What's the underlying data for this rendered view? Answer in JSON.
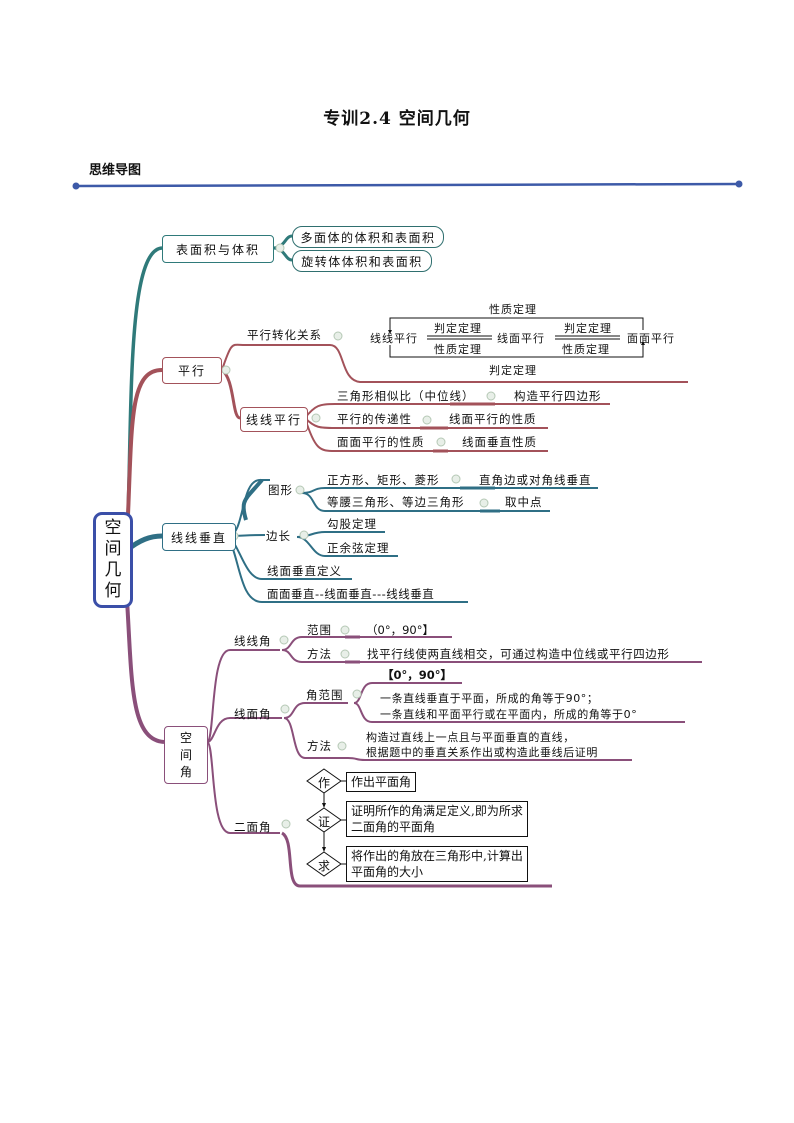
{
  "title": "专训2.4  空间几何",
  "section_label": "思维导图",
  "accent_colors": {
    "header_line": "#3d5aa8",
    "root_border": "#3b4fa8",
    "branch_teal": "#2f7a7a",
    "branch_red": "#a3525a",
    "branch_steel": "#2f6f85",
    "branch_purple": "#8a4f7a"
  },
  "root": {
    "label_chars": [
      "空",
      "间",
      "几",
      "何"
    ]
  },
  "branches": {
    "surface_volume": {
      "label": "表面积与体积",
      "children": [
        "多面体的体积和表面积",
        "旋转体体积和表面积"
      ]
    },
    "parallel": {
      "label": "平行",
      "transform": {
        "label": "平行转化关系",
        "diagram": {
          "node_line_line": "线线平行",
          "node_line_plane": "线面平行",
          "node_plane_plane": "面面平行",
          "top_label": "性质定理",
          "bottom_label": "判定定理",
          "arrow1_top": "判定定理",
          "arrow1_bottom": "性质定理",
          "arrow2_top": "判定定理",
          "arrow2_bottom": "性质定理"
        }
      },
      "line_line": {
        "label": "线线平行",
        "items": [
          {
            "from": "三角形相似比（中位线）",
            "to": "构造平行四边形"
          },
          {
            "from": "平行的传递性",
            "to": "线面平行的性质"
          },
          {
            "from": "面面平行的性质",
            "to": "线面垂直性质"
          }
        ]
      }
    },
    "perpendicular": {
      "label": "线线垂直",
      "shape": {
        "label": "图形",
        "items": [
          {
            "from": "正方形、矩形、菱形",
            "to": "直角边或对角线垂直"
          },
          {
            "from": "等腰三角形、等边三角形",
            "to": "取中点"
          }
        ]
      },
      "side": {
        "label": "边长",
        "items": [
          "勾股定理",
          "正余弦定理"
        ]
      },
      "items": [
        "线面垂直定义",
        "面面垂直--线面垂直---线线垂直"
      ]
    },
    "space_angle": {
      "label_chars": [
        "空",
        "间",
        "角"
      ],
      "line_line_angle": {
        "label": "线线角",
        "range_label": "范围",
        "range_value": "（0°，90°】",
        "method_label": "方法",
        "method_value": "找平行线使两直线相交，可通过构造中位线或平行四边形"
      },
      "line_plane_angle": {
        "label": "线面角",
        "range_label": "角范围",
        "range_value": "【0°，90°】",
        "range_notes": [
          "一条直线垂直于平面，所成的角等于90°；",
          "一条直线和平面平行或在平面内，所成的角等于0°"
        ],
        "method_label": "方法",
        "method_lines": [
          "构造过直线上一点且与平面垂直的直线，",
          "根据题中的垂直关系作出或构造此垂线后证明"
        ]
      },
      "dihedral_angle": {
        "label": "二面角",
        "steps": [
          {
            "key": "作",
            "text": [
              "作出平面角"
            ]
          },
          {
            "key": "证",
            "text": [
              "证明所作的角满足定义,即为所求",
              "二面角的平面角"
            ]
          },
          {
            "key": "求",
            "text": [
              "将作出的角放在三角形中,计算出",
              "平面角的大小"
            ]
          }
        ]
      }
    }
  }
}
